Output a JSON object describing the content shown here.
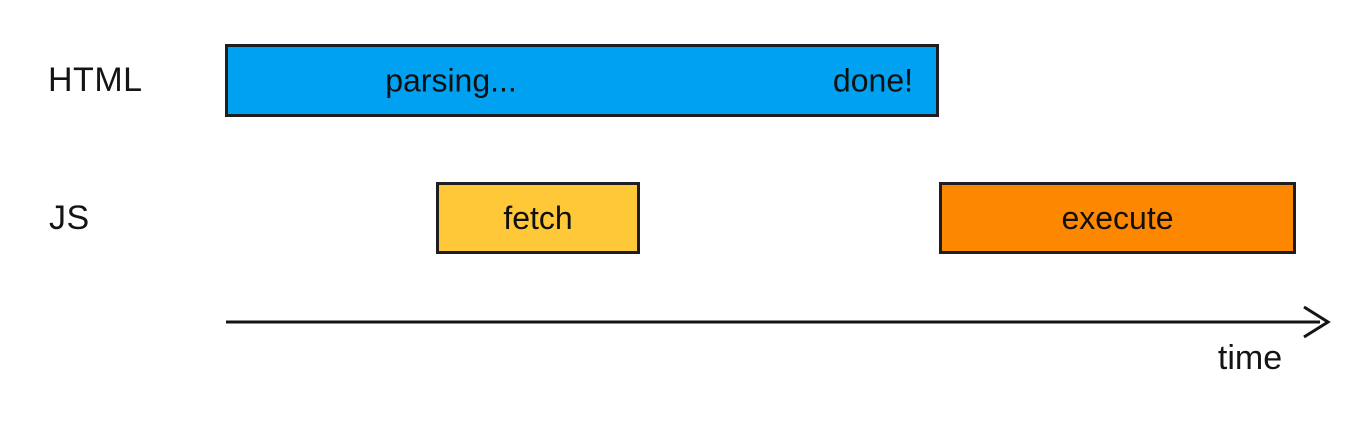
{
  "rows": [
    {
      "label": "HTML"
    },
    {
      "label": "JS"
    }
  ],
  "bars": {
    "parsing": {
      "label": "parsing...",
      "end_label": "done!",
      "color": "#00a1f1"
    },
    "fetch": {
      "label": "fetch",
      "color": "#ffc839"
    },
    "execute": {
      "label": "execute",
      "color": "#fd8800"
    }
  },
  "axis": {
    "label": "time"
  },
  "colors": {
    "background": "#ffffff",
    "border": "#1d1d22",
    "text": "#141414"
  }
}
